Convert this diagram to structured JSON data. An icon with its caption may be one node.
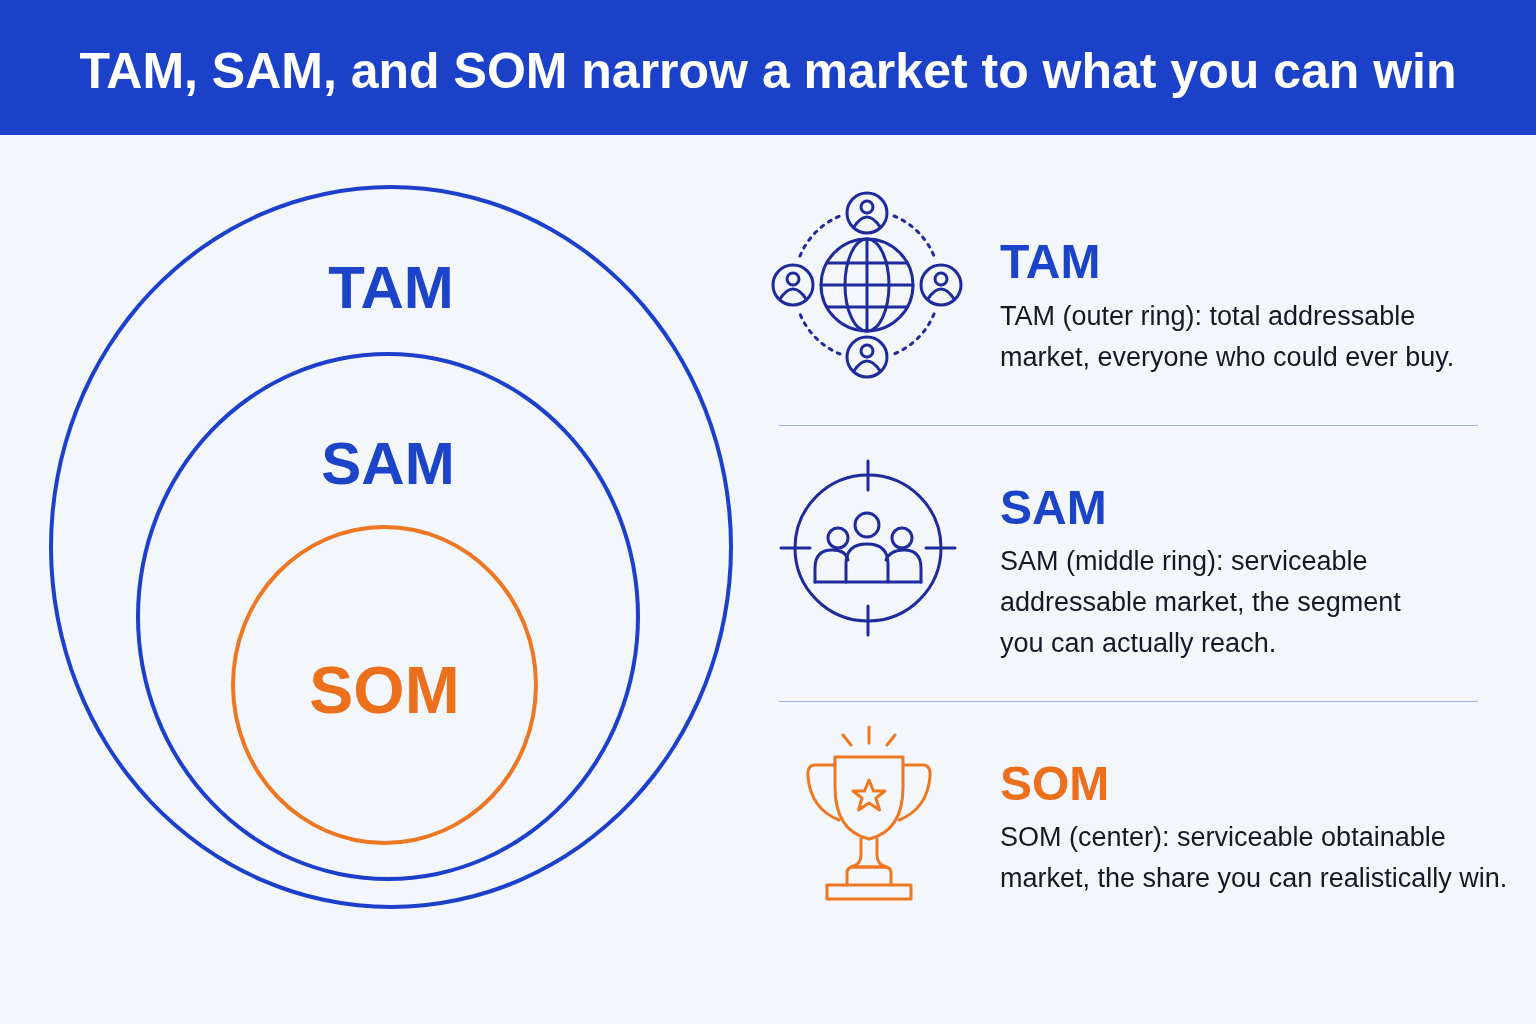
{
  "diagram": {
    "title": "TAM, SAM, and SOM narrow a market to what you can win",
    "nodes": [
      {
        "text": [
          "TAM"
        ]
      },
      {
        "text": [
          "SAM"
        ],
        "in": 0
      },
      {
        "text": [
          "SOM"
        ],
        "in": 1
      }
    ],
    "labels": [
      "TAM",
      "TAM (outer ring): total addressable market, everyone who could ever buy.",
      "SAM",
      "SAM (middle ring): serviceable addressable market, the segment you can actually reach.",
      "SOM",
      "SOM (center): serviceable obtainable market, the share you can realistically win."
    ]
  }
}
